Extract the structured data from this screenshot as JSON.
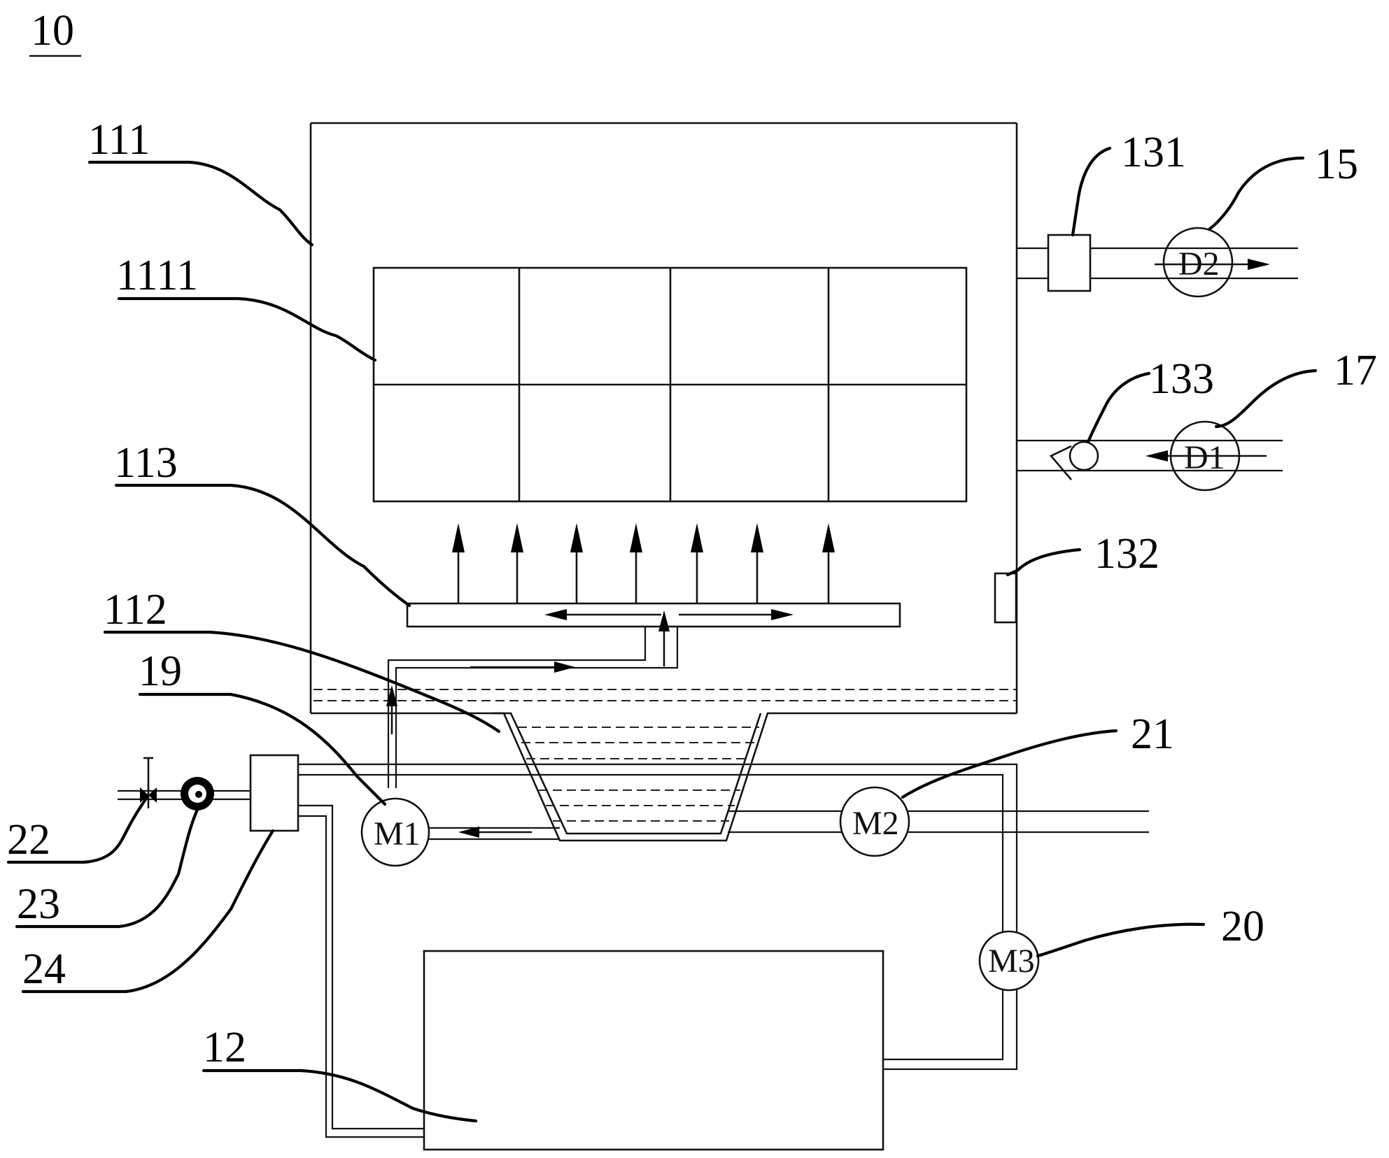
{
  "figure": {
    "figure_number": "10",
    "colors": {
      "line": "#111111",
      "background": "#ffffff"
    }
  },
  "reference_numerals": {
    "r111": "111",
    "r1111": "1111",
    "r113": "113",
    "r112": "112",
    "r19": "19",
    "r22": "22",
    "r23": "23",
    "r24": "24",
    "r12": "12",
    "r131": "131",
    "r15": "15",
    "r133": "133",
    "r17": "17",
    "r132": "132",
    "r21": "21",
    "r20": "20"
  },
  "component_labels": {
    "d2": "D2",
    "d1": "D1",
    "m1": "M1",
    "m2": "M2",
    "m3": "M3"
  }
}
